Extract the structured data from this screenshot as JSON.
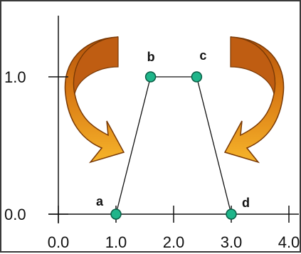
{
  "axes": {
    "x_ticks": [
      {
        "value": 0.0,
        "label": "0.0"
      },
      {
        "value": 1.0,
        "label": "1.0"
      },
      {
        "value": 2.0,
        "label": "2.0"
      },
      {
        "value": 3.0,
        "label": "3.0"
      },
      {
        "value": 4.0,
        "label": "4.0"
      }
    ],
    "y_ticks": [
      {
        "value": 0.0,
        "label": "0.0"
      },
      {
        "value": 1.0,
        "label": "1.0"
      }
    ]
  },
  "trapezoid": {
    "points": [
      {
        "name": "a",
        "x": 1.0,
        "y": 0.0
      },
      {
        "name": "b",
        "x": 1.6,
        "y": 1.0
      },
      {
        "name": "c",
        "x": 2.4,
        "y": 1.0
      },
      {
        "name": "d",
        "x": 3.0,
        "y": 0.0
      }
    ]
  },
  "colors": {
    "point_fill": "#1fb58a",
    "point_stroke": "#0b5e46",
    "arrow_top": "#c55f0f",
    "arrow_bottom": "#f3a21d",
    "arrow_stroke": "#7a3a06",
    "line": "#111111"
  }
}
